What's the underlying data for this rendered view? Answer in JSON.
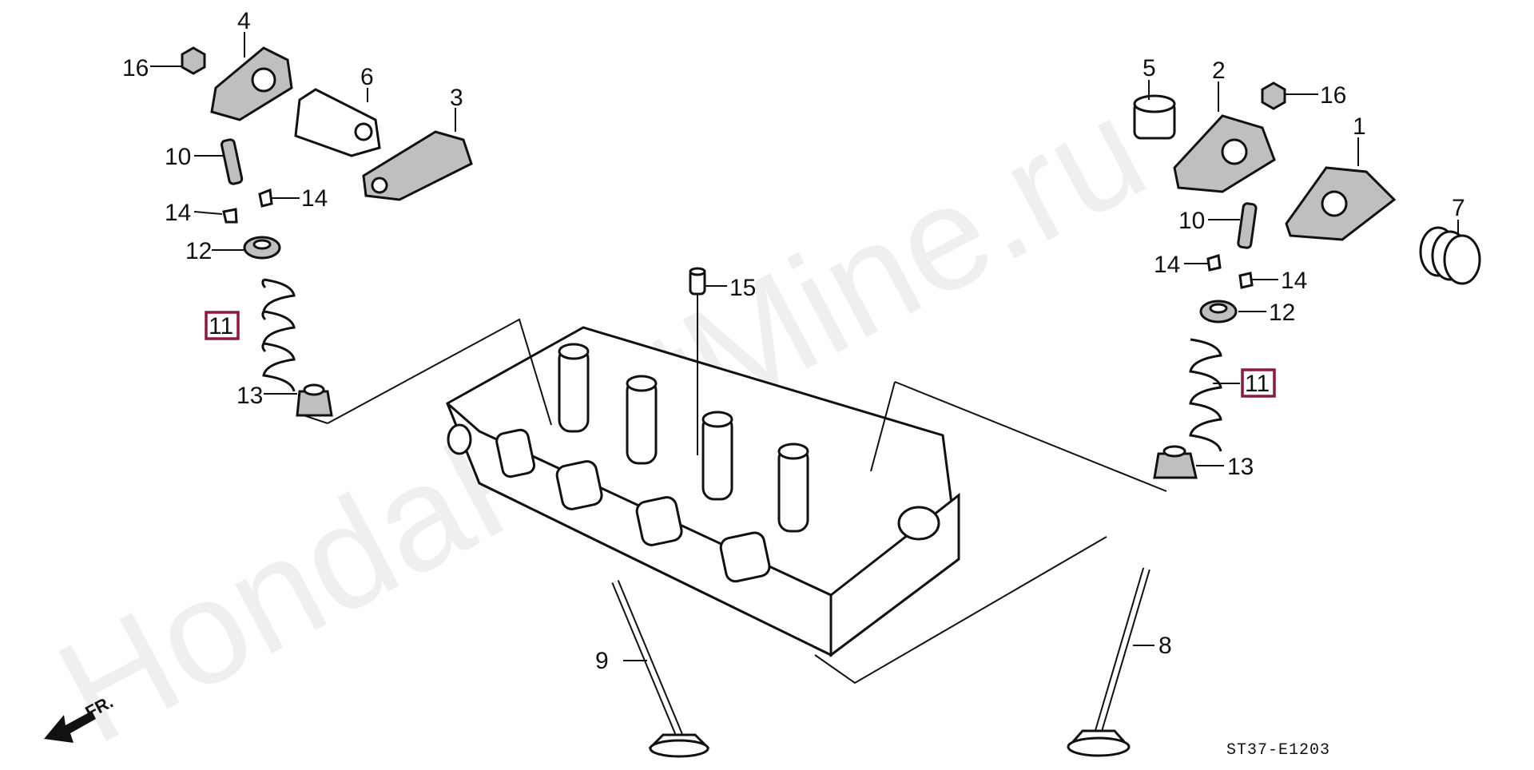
{
  "diagram": {
    "watermark": "HondaPartMine.ru",
    "drawing_code": "ST37-E1203",
    "direction_label": "FR.",
    "highlight_color": "#8b1a3c",
    "labels": {
      "l1": "1",
      "l2": "2",
      "l3": "3",
      "l4": "4",
      "l5": "5",
      "l6": "6",
      "l7": "7",
      "l8": "8",
      "l9": "9",
      "l10a": "10",
      "l10b": "10",
      "l11a": "11",
      "l11b": "11",
      "l12a": "12",
      "l12b": "12",
      "l13a": "13",
      "l13b": "13",
      "l14a": "14",
      "l14b": "14",
      "l14c": "14",
      "l14d": "14",
      "l15": "15",
      "l16a": "16",
      "l16b": "16"
    }
  }
}
